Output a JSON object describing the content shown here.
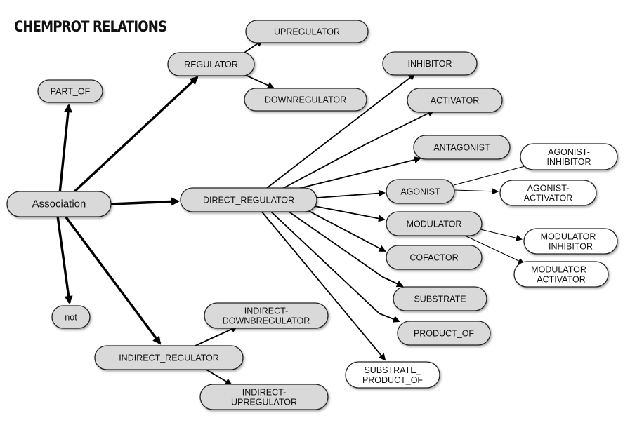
{
  "title": "CHEMPROT RELATIONS",
  "nodes": [
    {
      "id": "association",
      "lines": [
        "Association"
      ],
      "style": "gray"
    },
    {
      "id": "part_of",
      "lines": [
        "PART_OF"
      ],
      "style": "gray"
    },
    {
      "id": "not",
      "lines": [
        "not"
      ],
      "style": "gray"
    },
    {
      "id": "regulator",
      "lines": [
        "REGULATOR"
      ],
      "style": "gray"
    },
    {
      "id": "upregulator",
      "lines": [
        "UPREGULATOR"
      ],
      "style": "gray"
    },
    {
      "id": "downregulator",
      "lines": [
        "DOWNREGULATOR"
      ],
      "style": "gray"
    },
    {
      "id": "direct_regulator",
      "lines": [
        "DIRECT_REGULATOR"
      ],
      "style": "gray"
    },
    {
      "id": "inhibitor",
      "lines": [
        "INHIBITOR"
      ],
      "style": "gray"
    },
    {
      "id": "activator",
      "lines": [
        "ACTIVATOR"
      ],
      "style": "gray"
    },
    {
      "id": "antagonist",
      "lines": [
        "ANTAGONIST"
      ],
      "style": "gray"
    },
    {
      "id": "agonist",
      "lines": [
        "AGONIST"
      ],
      "style": "gray"
    },
    {
      "id": "agonist_inhibitor",
      "lines": [
        "AGONIST-",
        "INHIBITOR"
      ],
      "style": "white"
    },
    {
      "id": "agonist_activator",
      "lines": [
        "AGONIST-",
        "ACTIVATOR"
      ],
      "style": "white"
    },
    {
      "id": "modulator",
      "lines": [
        "MODULATOR"
      ],
      "style": "gray"
    },
    {
      "id": "modulator_inhibitor",
      "lines": [
        "MODULATOR_",
        "INHIBITOR"
      ],
      "style": "white"
    },
    {
      "id": "modulator_activator",
      "lines": [
        "MODULATOR_",
        "ACTIVATOR"
      ],
      "style": "white"
    },
    {
      "id": "cofactor",
      "lines": [
        "COFACTOR"
      ],
      "style": "gray"
    },
    {
      "id": "substrate",
      "lines": [
        "SUBSTRATE"
      ],
      "style": "gray"
    },
    {
      "id": "product_of",
      "lines": [
        "PRODUCT_OF"
      ],
      "style": "gray"
    },
    {
      "id": "substrate_product_of",
      "lines": [
        "SUBSTRATE_",
        "PRODUCT_OF"
      ],
      "style": "white"
    },
    {
      "id": "indirect_regulator",
      "lines": [
        "INDIRECT_REGULATOR"
      ],
      "style": "gray"
    },
    {
      "id": "indirect_downregulator",
      "lines": [
        "INDIRECT-",
        "DOWNBREGULATOR"
      ],
      "style": "gray"
    },
    {
      "id": "indirect_upregulator",
      "lines": [
        "INDIRECT-",
        "UPREGULATOR"
      ],
      "style": "gray"
    }
  ],
  "edges": [
    {
      "from": "association",
      "to": "part_of",
      "weight": "bold"
    },
    {
      "from": "association",
      "to": "not",
      "weight": "bold"
    },
    {
      "from": "association",
      "to": "regulator",
      "weight": "bold"
    },
    {
      "from": "association",
      "to": "direct_regulator",
      "weight": "bold"
    },
    {
      "from": "association",
      "to": "indirect_regulator",
      "weight": "bold"
    },
    {
      "from": "regulator",
      "to": "upregulator",
      "weight": "normal"
    },
    {
      "from": "regulator",
      "to": "downregulator",
      "weight": "normal"
    },
    {
      "from": "direct_regulator",
      "to": "inhibitor",
      "weight": "normal"
    },
    {
      "from": "direct_regulator",
      "to": "activator",
      "weight": "normal"
    },
    {
      "from": "direct_regulator",
      "to": "antagonist",
      "weight": "normal"
    },
    {
      "from": "direct_regulator",
      "to": "agonist",
      "weight": "normal"
    },
    {
      "from": "direct_regulator",
      "to": "modulator",
      "weight": "normal"
    },
    {
      "from": "direct_regulator",
      "to": "cofactor",
      "weight": "normal"
    },
    {
      "from": "direct_regulator",
      "to": "substrate",
      "weight": "normal"
    },
    {
      "from": "direct_regulator",
      "to": "product_of",
      "weight": "normal"
    },
    {
      "from": "direct_regulator",
      "to": "substrate_product_of",
      "weight": "normal"
    },
    {
      "from": "agonist",
      "to": "agonist_inhibitor",
      "weight": "thin"
    },
    {
      "from": "agonist",
      "to": "agonist_activator",
      "weight": "thin"
    },
    {
      "from": "modulator",
      "to": "modulator_inhibitor",
      "weight": "thin"
    },
    {
      "from": "modulator",
      "to": "modulator_activator",
      "weight": "thin"
    },
    {
      "from": "indirect_regulator",
      "to": "indirect_downregulator",
      "weight": "normal"
    },
    {
      "from": "indirect_regulator",
      "to": "indirect_upregulator",
      "weight": "normal"
    }
  ],
  "colors": {
    "gray_fill": "#d9d9d9",
    "white_fill": "#ffffff",
    "stroke": "#222222",
    "edge": "#000000"
  }
}
